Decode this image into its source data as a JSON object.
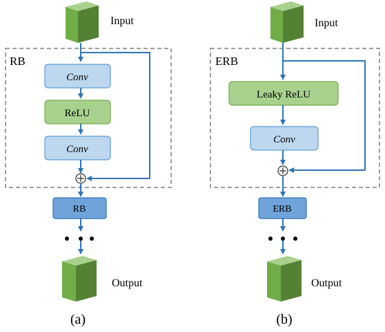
{
  "panels": [
    {
      "id": "a",
      "input_label": "Input",
      "output_label": "Output",
      "block_label": "RB",
      "layer1": "Conv",
      "layer2": "ReLU",
      "layer3": "Conv",
      "stack_block": "RB",
      "caption": "(a)"
    },
    {
      "id": "b",
      "input_label": "Input",
      "output_label": "Output",
      "block_label": "ERB",
      "layer1": "Leaky ReLU",
      "layer2": "Conv",
      "stack_block": "ERB",
      "caption": "(b)"
    }
  ],
  "colors": {
    "arrow": "#2e75b6",
    "conv_fill": "#bdd7ee",
    "conv_stroke": "#5b9bd5",
    "relu_fill": "#a9d18e",
    "relu_stroke": "#70ad47",
    "stack_fill": "#6fa3d9",
    "stack_stroke": "#2e75b6",
    "cube_front": "#70ad47",
    "cube_top": "#a9d18e",
    "cube_side": "#548235",
    "dash_border": "#7f7f7f"
  }
}
